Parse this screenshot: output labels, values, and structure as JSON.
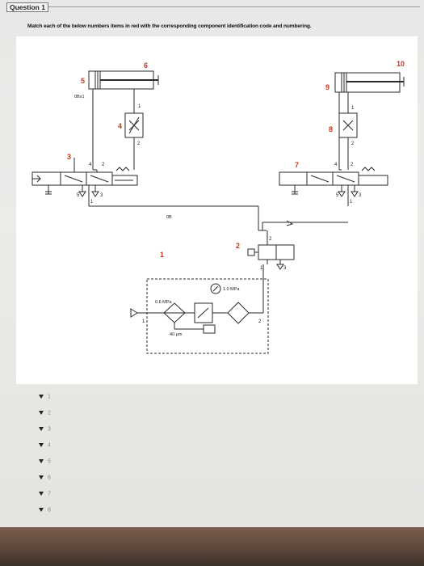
{
  "question": {
    "title": "Question 1",
    "instruction": "Match each of the below numbers items in red with the corresponding component identification code and numbering."
  },
  "diagram": {
    "red_labels": [
      "1",
      "2",
      "3",
      "4",
      "5",
      "6",
      "7",
      "8",
      "9",
      "10"
    ],
    "component_codes": [
      "0Bx1",
      "0B",
      "0.6 MPa",
      "1.0 MPa",
      "40 μm"
    ],
    "port_labels": [
      "1",
      "2",
      "3",
      "4",
      "5"
    ]
  },
  "answers": [
    {
      "number": "1"
    },
    {
      "number": "2"
    },
    {
      "number": "3"
    },
    {
      "number": "4"
    },
    {
      "number": "5"
    },
    {
      "number": "6"
    },
    {
      "number": "7"
    },
    {
      "number": "8"
    }
  ],
  "colors": {
    "label_red": "#c8361f",
    "line": "#2a2a2a",
    "pipe": "#7aa0c0"
  }
}
